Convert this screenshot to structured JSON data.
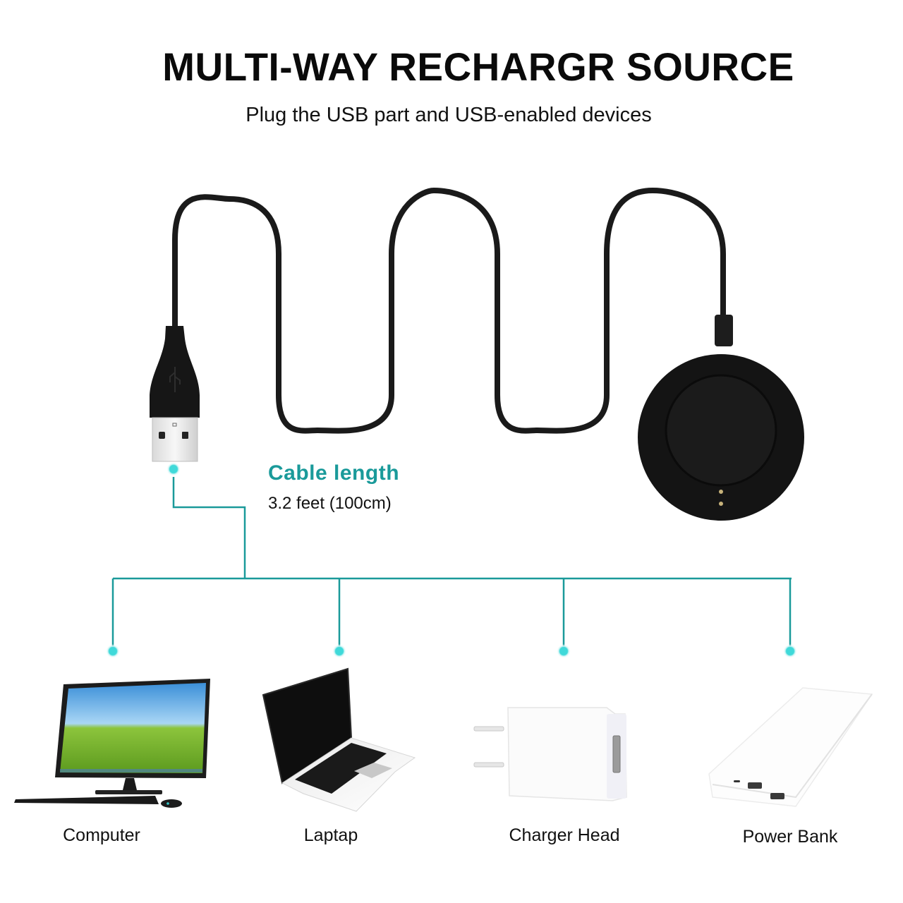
{
  "header": {
    "title": "MULTI-WAY RECHARGR SOURCE",
    "subtitle": "Plug the USB part and USB-enabled devices"
  },
  "cable": {
    "label": "Cable length",
    "value": "3.2 feet (100cm)"
  },
  "devices": [
    {
      "label": "Computer",
      "icon": "desktop-computer-icon"
    },
    {
      "label": "Laptap",
      "icon": "laptop-icon"
    },
    {
      "label": "Charger Head",
      "icon": "wall-charger-icon"
    },
    {
      "label": "Power Bank",
      "icon": "power-bank-icon"
    }
  ],
  "colors": {
    "accent_teal": "#1a9a9a",
    "connector_dot": "#3fd9d9",
    "cable_black": "#1a1a1a"
  }
}
